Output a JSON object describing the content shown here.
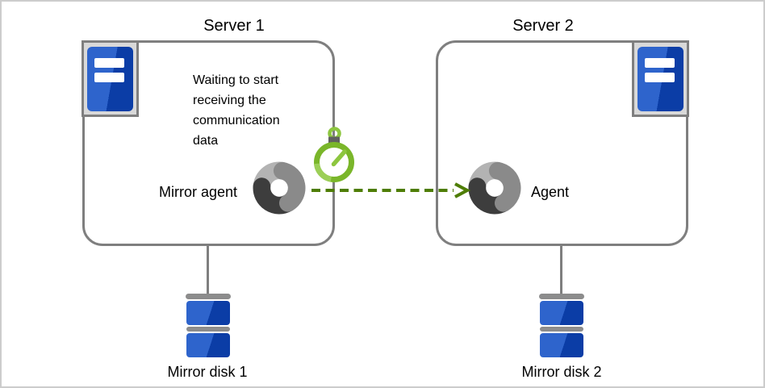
{
  "server1": {
    "title": "Server 1",
    "status_lines": [
      "Waiting to start",
      "receiving the",
      "communication",
      "data"
    ],
    "agent_label": "Mirror agent",
    "disk_label": "Mirror disk 1"
  },
  "server2": {
    "title": "Server 2",
    "agent_label": "Agent",
    "disk_label": "Mirror disk 2"
  },
  "icons": {
    "server1_machine": "server-icon",
    "server2_machine": "server-icon",
    "server1_agent": "agent-donut-icon",
    "server2_agent": "agent-donut-icon",
    "timer": "stopwatch-icon",
    "flow": "dashed-arrow-right-icon",
    "disk1": "mirror-disk-icon",
    "disk2": "mirror-disk-icon"
  },
  "colors": {
    "page_border": "#cccccc",
    "border_gray": "#7f7f7f",
    "panel_bg": "#d9d9d9",
    "blue_light": "#2e64cc",
    "blue_dark": "#0b3da6",
    "donut_light": "#b3b3b3",
    "donut_mid": "#8a8a8a",
    "donut_dark": "#3d3d3d",
    "stopwatch_green": "#7ab62a",
    "stopwatch_green_light": "#9ccf57",
    "stopwatch_hand": "#8dc63f",
    "arrow_green": "#4e7d05",
    "disk_gray": "#8c8c8c",
    "text": "#000000"
  }
}
